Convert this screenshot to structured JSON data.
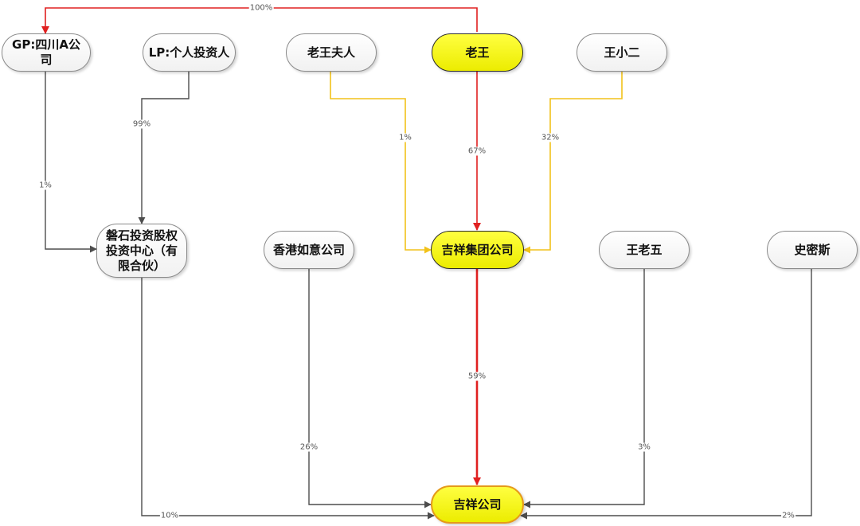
{
  "colors": {
    "gray": "#4d4d4d",
    "red": "#e02020",
    "yellow": "#f2c21a"
  },
  "nodes": {
    "gp": "GP:四川A公司",
    "lp": "LP:个人投资人",
    "laowang_furen": "老王夫人",
    "laowang": "老王",
    "wang_xiaoer": "王小二",
    "panshi": "磐石投资股权投资中心（有限合伙）",
    "hongkong": "香港如意公司",
    "jixiang_group": "吉祥集团公司",
    "wang_laowu": "王老五",
    "shimisi": "史密斯",
    "jixiang": "吉祥公司"
  },
  "edges": {
    "laowang_to_gp": "100%",
    "lp_to_panshi": "99%",
    "gp_to_panshi": "1%",
    "furen_to_group": "1%",
    "laowang_to_group": "67%",
    "xiaoer_to_group": "32%",
    "group_to_jixiang": "59%",
    "hongkong_to_jixiang": "26%",
    "laowu_to_jixiang": "3%",
    "panshi_to_jixiang": "10%",
    "shimisi_to_jixiang": "2%"
  }
}
